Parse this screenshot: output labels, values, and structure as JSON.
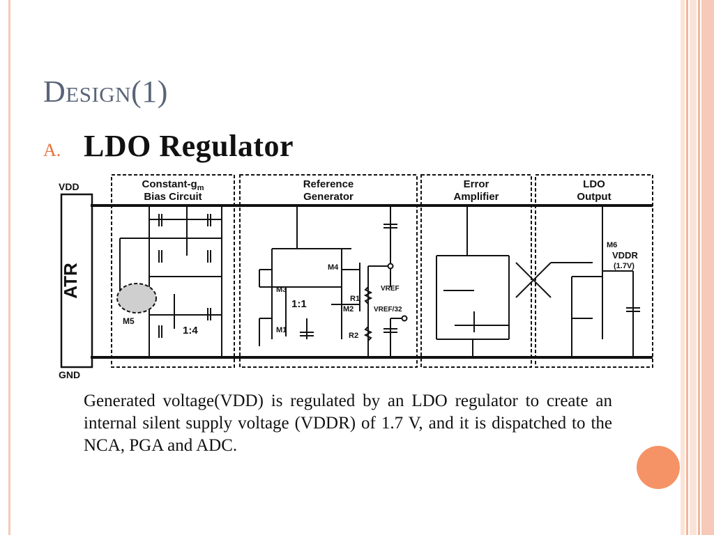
{
  "slide": {
    "title": "Design(1)",
    "bullet_marker": "A.",
    "bullet_heading": "LDO Regulator",
    "description": "Generated voltage(VDD) is regulated by an LDO regulator to create an internal silent supply voltage (VDDR) of 1.7 V, and it is dispatched to the NCA, PGA and ADC."
  },
  "circuit": {
    "rail_top": "VDD",
    "rail_bottom": "GND",
    "atr_label": "ATR",
    "blocks": [
      {
        "line1": "Constant-g",
        "sub": "m",
        "line2": "Bias Circuit"
      },
      {
        "line1": "Reference",
        "line2": "Generator"
      },
      {
        "line1": "Error",
        "line2": "Amplifier"
      },
      {
        "line1": "LDO",
        "line2": "Output"
      }
    ],
    "labels": {
      "m5": "M5",
      "ratio_bias": "1:4",
      "ratio_ref": "1:1",
      "m3": "M3",
      "m1": "M1",
      "m4": "M4",
      "m2": "M2",
      "r1": "R1",
      "r2": "R2",
      "vref": "VREF",
      "vref32": "VREF/32",
      "m6": "M6",
      "vddr": "VDDR",
      "vddr_value": "(1.7V)"
    }
  },
  "colors": {
    "title": "#5a6478",
    "accent": "#e8703a",
    "dot": "#f59367",
    "band_light": "#fbe3d8",
    "band_mid": "#f6c9b8",
    "band_dark": "#f2b59c"
  }
}
